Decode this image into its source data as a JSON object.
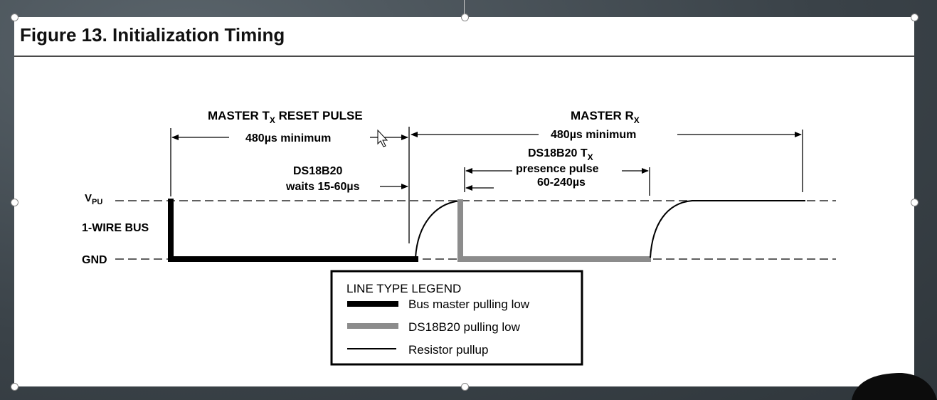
{
  "figure": {
    "title": "Figure 13. Initialization Timing"
  },
  "labels": {
    "master_tx_main": "MASTER T",
    "master_tx_sub": "X",
    "master_tx_rest": " RESET PULSE",
    "master_tx_min": "480µs minimum",
    "master_rx_main": "MASTER R",
    "master_rx_sub": "X",
    "master_rx_min": "480µs minimum",
    "ds_waits_line1": "DS18B20",
    "ds_waits_line2": "waits 15-60µs",
    "ds_tx_main": "DS18B20 T",
    "ds_tx_sub": "X",
    "presence_line1": "presence pulse",
    "presence_line2": "60-240µs",
    "vpu_main": "V",
    "vpu_sub": "PU",
    "bus": "1-WIRE BUS",
    "gnd": "GND"
  },
  "legend": {
    "title": "LINE TYPE LEGEND",
    "items": [
      {
        "label": "Bus master pulling low",
        "color": "#000000"
      },
      {
        "label": "DS18B20 pulling low",
        "color": "#8c8c8c"
      },
      {
        "label": "Resistor pullup",
        "color": "#000000"
      }
    ]
  },
  "colors": {
    "master_line": "#000000",
    "slave_line": "#8c8c8c",
    "background": "#3f474d"
  }
}
